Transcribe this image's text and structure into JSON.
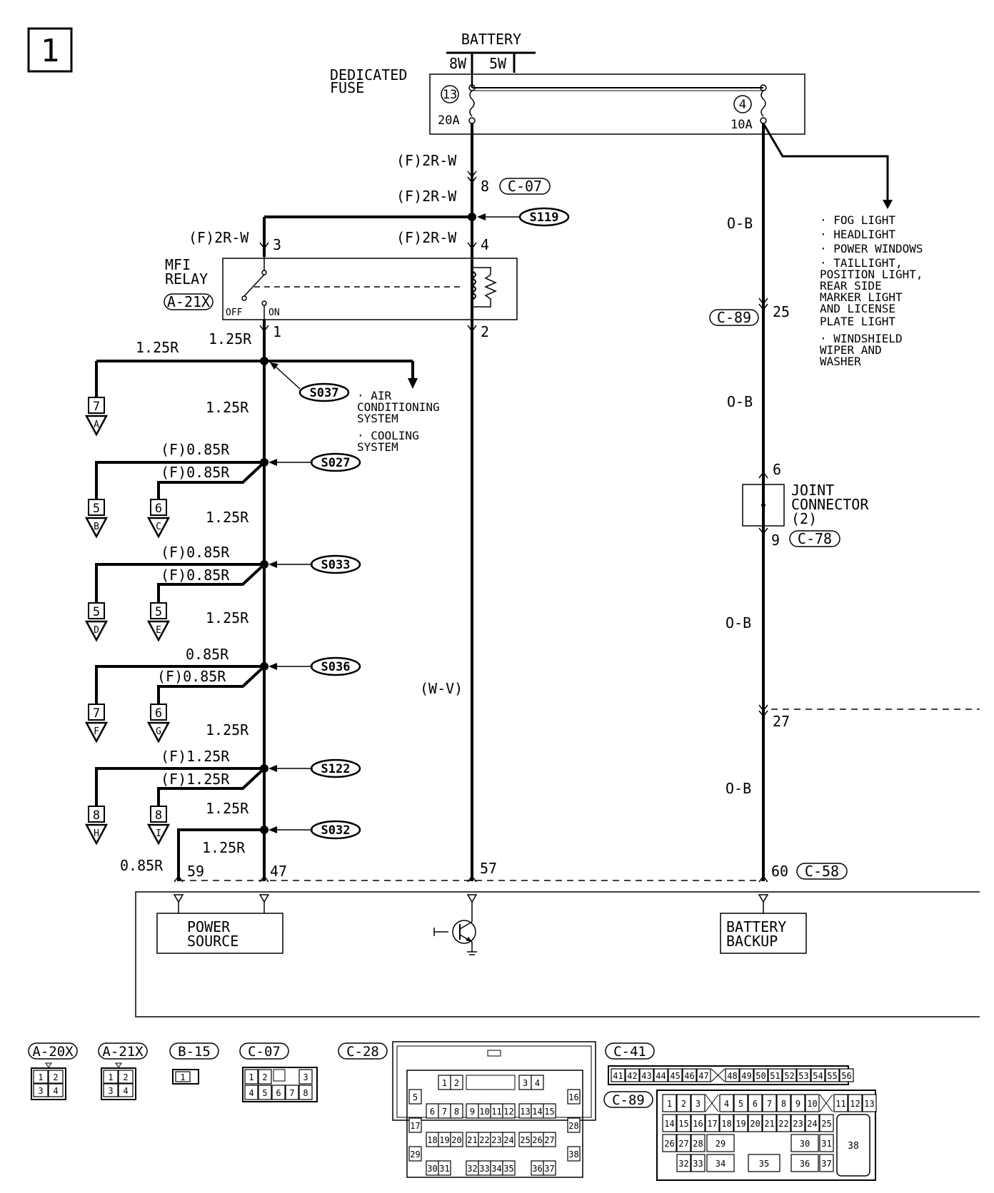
{
  "page_number": "1",
  "battery": {
    "label": "BATTERY",
    "fusible_links": [
      "8W",
      "5W"
    ]
  },
  "dedicated_fuse": {
    "label_line1": "DEDICATED",
    "label_line2": "FUSE",
    "fuse_13": {
      "number": "13",
      "rating": "20A"
    },
    "fuse_4": {
      "number": "4",
      "rating": "10A"
    }
  },
  "fuse4_loads": [
    "· FOG LIGHT",
    "· HEADLIGHT",
    "· POWER WINDOWS",
    "· TAILLIGHT,",
    "  POSITION LIGHT,",
    "  REAR SIDE",
    "  MARKER LIGHT",
    "  AND LICENSE",
    "  PLATE LIGHT",
    "· WINDSHIELD",
    "  WIPER AND",
    "  WASHER"
  ],
  "wires": {
    "f_2r_w": "(F)2R-W",
    "r125": "1.25R",
    "f_r085": "(F)0.85R",
    "r085": "0.85R",
    "f_r125": "(F)1.25R",
    "o_b": "O-B",
    "w_v": "(W-V)"
  },
  "connectors": {
    "c07": "C-07",
    "c89": "C-89",
    "c78": "C-78",
    "c58": "C-58",
    "a21x": "A-21X",
    "a20x": "A-20X",
    "b15": "B-15",
    "c28": "C-28",
    "c41": "C-41"
  },
  "pins": {
    "p8": "8",
    "p3": "3",
    "p4": "4",
    "p1": "1",
    "p2": "2",
    "p25": "25",
    "p6": "6",
    "p9": "9",
    "p27": "27",
    "p59": "59",
    "p47": "47",
    "p57": "57",
    "p60": "60"
  },
  "splices": [
    "S119",
    "S037",
    "S027",
    "S033",
    "S036",
    "S122",
    "S032"
  ],
  "mfi_relay": {
    "line1": "MFI",
    "line2": "RELAY",
    "off": "OFF",
    "on": "ON"
  },
  "ac_loads": [
    "· AIR",
    "  CONDITIONING",
    "  SYSTEM",
    "· COOLING",
    "  SYSTEM"
  ],
  "joint_connector": {
    "line1": "JOINT",
    "line2": "CONNECTOR",
    "line3": "(2)"
  },
  "branches": [
    {
      "pin": "7",
      "letter": "A"
    },
    {
      "pin": "5",
      "letter": "B"
    },
    {
      "pin": "6",
      "letter": "C"
    },
    {
      "pin": "5",
      "letter": "D"
    },
    {
      "pin": "5",
      "letter": "E"
    },
    {
      "pin": "7",
      "letter": "F"
    },
    {
      "pin": "6",
      "letter": "G"
    },
    {
      "pin": "8",
      "letter": "H"
    },
    {
      "pin": "8",
      "letter": "I"
    }
  ],
  "ecu": {
    "power_source_1": "POWER",
    "power_source_2": "SOURCE",
    "battery_backup_1": "BATTERY",
    "battery_backup_2": "BACKUP"
  },
  "connector_pins": {
    "a20x": [
      "1",
      "2",
      "3",
      "4"
    ],
    "a21x": [
      "1",
      "2",
      "3",
      "4"
    ],
    "b15": [
      "1"
    ],
    "c07": [
      "1",
      "2",
      "3",
      "4",
      "5",
      "6",
      "7",
      "8"
    ],
    "c28": [
      "1",
      "2",
      "3",
      "4",
      "5",
      "6",
      "7",
      "8",
      "9",
      "10",
      "11",
      "12",
      "13",
      "14",
      "15",
      "16",
      "17",
      "18",
      "19",
      "20",
      "21",
      "22",
      "23",
      "24",
      "25",
      "26",
      "27",
      "28",
      "29",
      "30",
      "31",
      "32",
      "33",
      "34",
      "35",
      "36",
      "37",
      "38"
    ],
    "c41": [
      "41",
      "42",
      "43",
      "44",
      "45",
      "46",
      "47",
      "48",
      "49",
      "50",
      "51",
      "52",
      "53",
      "54",
      "55",
      "56"
    ],
    "c89": [
      "1",
      "2",
      "3",
      "4",
      "5",
      "6",
      "7",
      "8",
      "9",
      "10",
      "11",
      "12",
      "13",
      "14",
      "15",
      "16",
      "17",
      "18",
      "19",
      "20",
      "21",
      "22",
      "23",
      "24",
      "25",
      "26",
      "27",
      "28",
      "29",
      "30",
      "31",
      "32",
      "33",
      "34",
      "35",
      "36",
      "37",
      "38"
    ]
  }
}
